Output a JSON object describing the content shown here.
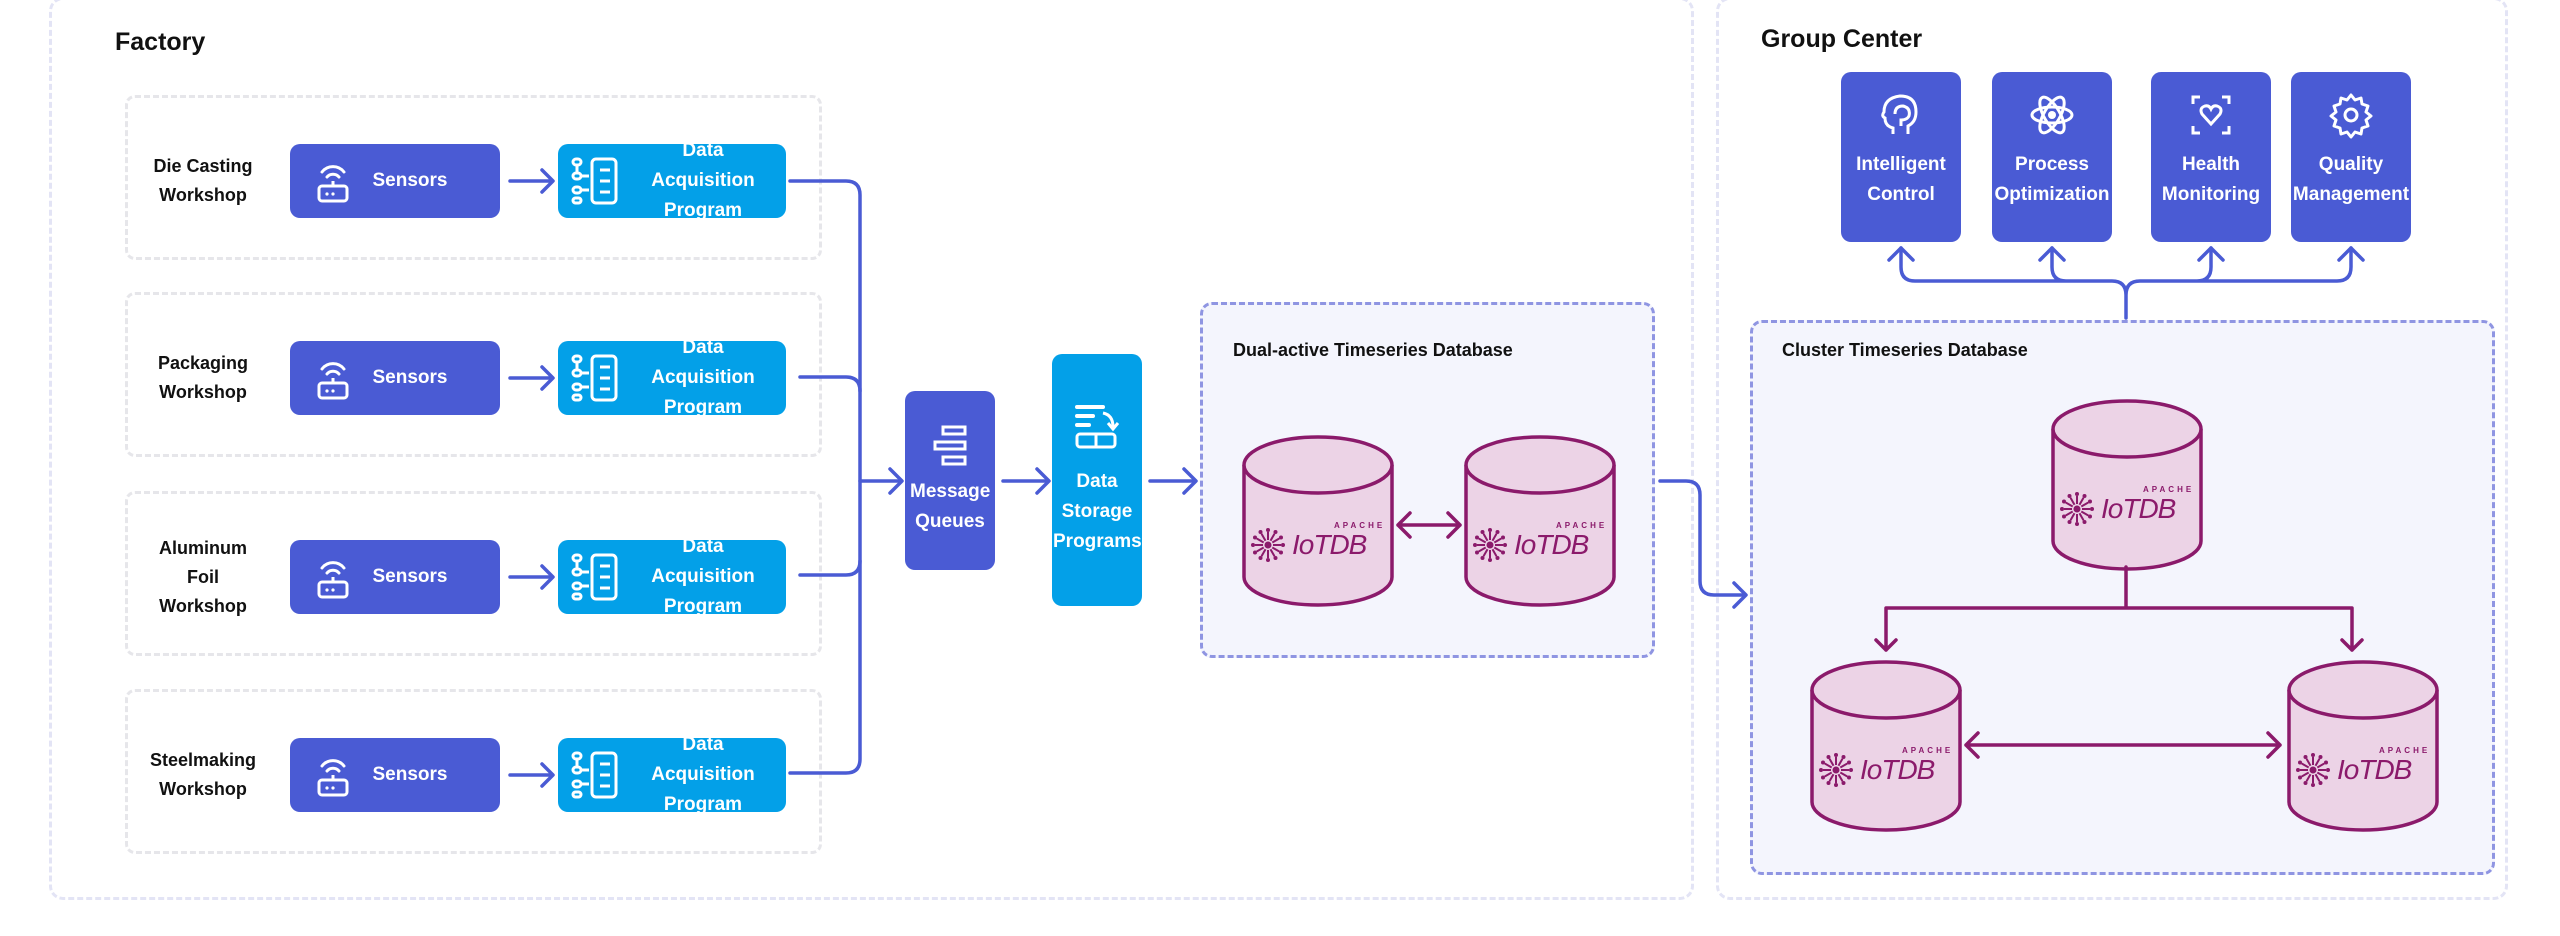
{
  "factory": {
    "title": "Factory",
    "workshops": [
      {
        "label": "Die Casting Workshop",
        "sensor_label": "Sensors",
        "program_label": "Data Acquisition Program"
      },
      {
        "label": "Packaging Workshop",
        "sensor_label": "Sensors",
        "program_label": "Data Acquisition Program"
      },
      {
        "label": "Aluminum Foil Workshop",
        "sensor_label": "Sensors",
        "program_label": "Data Acquisition Program"
      },
      {
        "label": "Steelmaking Workshop",
        "sensor_label": "Sensors",
        "program_label": "Data Acquisition Program"
      }
    ],
    "message_queues": "Message Queues",
    "data_storage": "Data Storage Programs",
    "dual_db": {
      "title": "Dual-active Timeseries Database",
      "logo_text": "IoTDB",
      "logo_subtext": "APACHE"
    }
  },
  "group_center": {
    "title": "Group Center",
    "apps": [
      {
        "label": "Intelligent Control",
        "icon": "brain-head-icon"
      },
      {
        "label": "Process Optimization",
        "icon": "atom-icon"
      },
      {
        "label": "Health Monitoring",
        "icon": "heart-scan-icon"
      },
      {
        "label": "Quality Management",
        "icon": "gear-icon"
      }
    ],
    "cluster_db": {
      "title": "Cluster Timeseries Database",
      "logo_text": "IoTDB",
      "logo_subtext": "APACHE"
    }
  },
  "colors": {
    "sensor": "#4a5bd4",
    "program": "#03a0e8",
    "connector": "#4a5bd4",
    "database_stroke": "#8b1a6b",
    "database_fill": "#ecd3e6",
    "database_panel": "#f4f5fd"
  }
}
